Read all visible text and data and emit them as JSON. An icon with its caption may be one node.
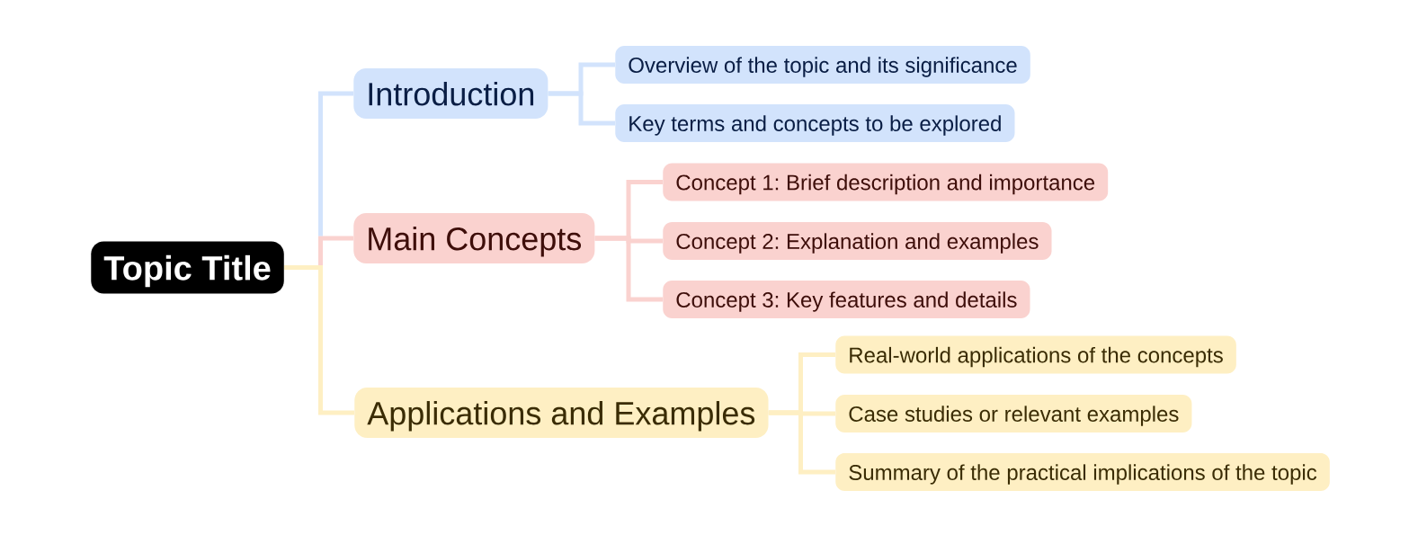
{
  "diagram": {
    "nodes": [
      {
        "text": [
          "Topic Title"
        ]
      },
      {
        "text": [
          "Introduction"
        ]
      },
      {
        "text": [
          "Overview of the topic and its significance"
        ]
      },
      {
        "text": [
          "Key terms and concepts to be explored"
        ]
      },
      {
        "text": [
          "Main Concepts"
        ]
      },
      {
        "text": [
          "Concept 1: Brief description and importance"
        ]
      },
      {
        "text": [
          "Concept 2: Explanation and examples"
        ]
      },
      {
        "text": [
          "Concept 3: Key features and details"
        ]
      },
      {
        "text": [
          "Applications and Examples"
        ]
      },
      {
        "text": [
          "Real-world applications of the concepts"
        ]
      },
      {
        "text": [
          "Case studies or relevant examples"
        ]
      },
      {
        "text": [
          "Summary of the practical implications of the topic"
        ]
      }
    ],
    "edges": [
      {
        "from": 0,
        "to": 1,
        "arrow": "none",
        "color": "#d2e3fc"
      },
      {
        "from": 0,
        "to": 4,
        "arrow": "none",
        "color": "#fad2cf"
      },
      {
        "from": 0,
        "to": 8,
        "arrow": "none",
        "color": "#feefc3"
      },
      {
        "from": 1,
        "to": 2,
        "arrow": "none",
        "color": "#d2e3fc"
      },
      {
        "from": 1,
        "to": 3,
        "arrow": "none",
        "color": "#d2e3fc"
      },
      {
        "from": 4,
        "to": 5,
        "arrow": "none",
        "color": "#fad2cf"
      },
      {
        "from": 4,
        "to": 6,
        "arrow": "none",
        "color": "#fad2cf"
      },
      {
        "from": 4,
        "to": 7,
        "arrow": "none",
        "color": "#fad2cf"
      },
      {
        "from": 8,
        "to": 9,
        "arrow": "none",
        "color": "#feefc3"
      },
      {
        "from": 8,
        "to": 10,
        "arrow": "none",
        "color": "#feefc3"
      },
      {
        "from": 8,
        "to": 11,
        "arrow": "none",
        "color": "#feefc3"
      }
    ]
  }
}
